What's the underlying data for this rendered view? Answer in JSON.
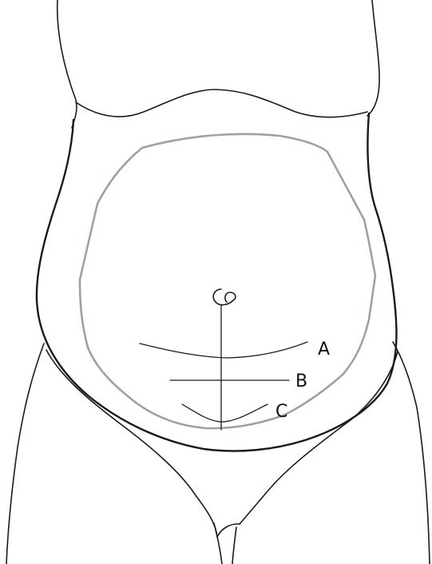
{
  "labels": {
    "a": "A",
    "b": "B",
    "c": "C"
  },
  "colors": {
    "outline": "#1a1a1a",
    "belly_ring": "#9aa3a3",
    "background": "#ffffff"
  }
}
